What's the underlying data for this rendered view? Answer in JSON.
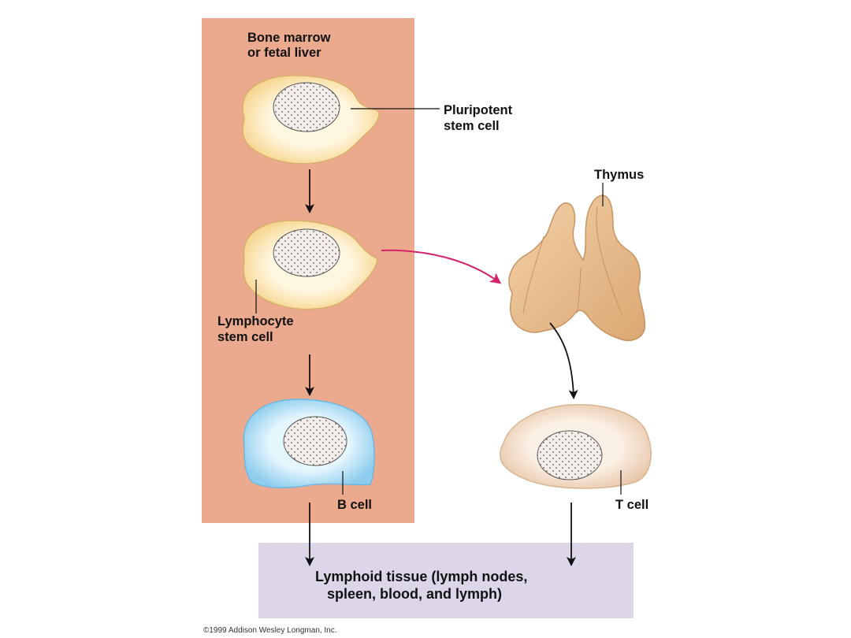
{
  "labels": {
    "source_line1": "Bone marrow",
    "source_line2": "or fetal liver",
    "pluripotent_line1": "Pluripotent",
    "pluripotent_line2": "stem cell",
    "lymphocyte_line1": "Lymphocyte",
    "lymphocyte_line2": "stem cell",
    "thymus": "Thymus",
    "b_cell": "B cell",
    "t_cell": "T cell",
    "tissue_line1": "Lymphoid tissue (lymph nodes,",
    "tissue_line2": "spleen, blood, and lymph)"
  },
  "copyright": "©1999 Addison Wesley Longman, Inc.",
  "colors": {
    "marrow_region": "#EBA98D",
    "tissue_region": "#DCD6E8",
    "stem_cell_fill": "#FCE8B6",
    "b_cell_fill": "#BDE3F5",
    "t_cell_fill": "#F4DDC8",
    "thymus_fill": "#E9BC8B",
    "migration_arrow": "#D1226B",
    "arrow": "#111111"
  },
  "icons": {
    "flow_arrow": "arrow-down-icon",
    "migration_arrow": "curved-arrow-icon"
  }
}
